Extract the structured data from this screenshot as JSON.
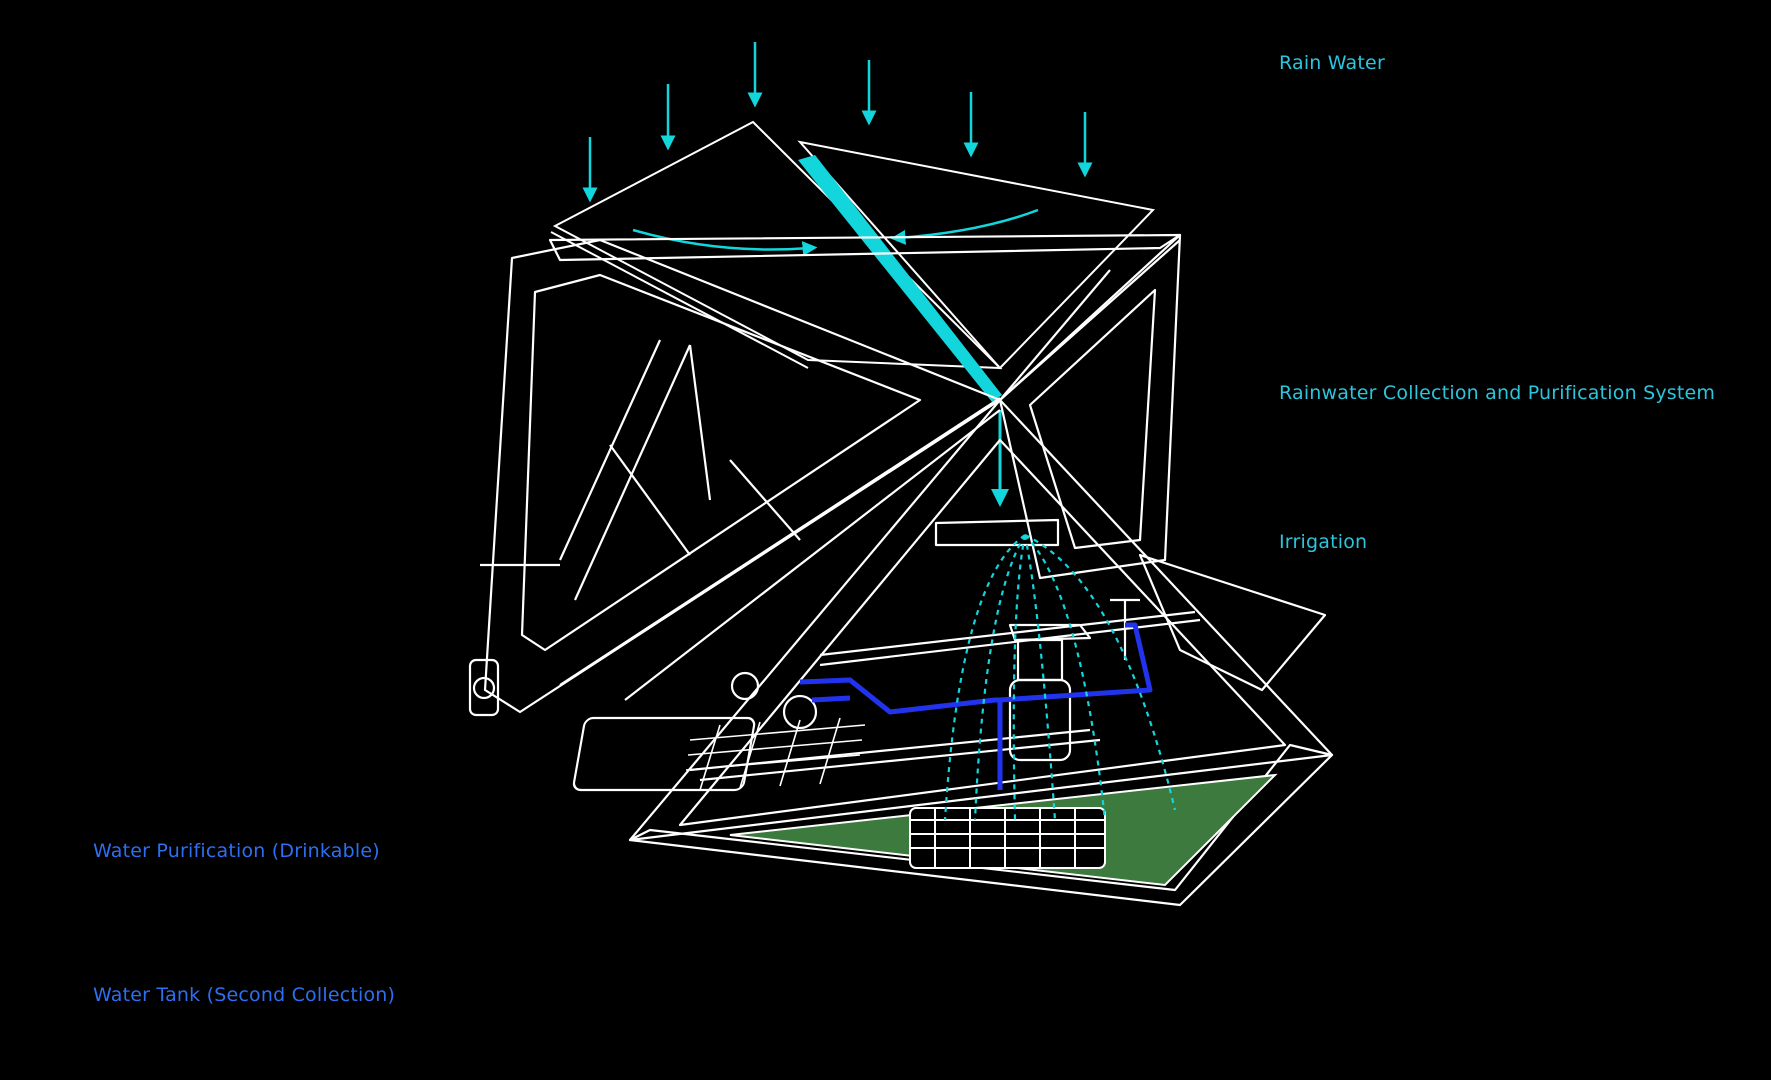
{
  "labels": {
    "rain_water": "Rain Water",
    "collection_system": "Rainwater Collection and Purification System",
    "irrigation": "Irrigation",
    "water_purification": "Water Purification (Drinkable)",
    "water_tank": "Water Tank (Second Collection)"
  },
  "colors": {
    "background": "#000000",
    "frame": "#ffffff",
    "rain": "#12d6dc",
    "label_cyan": "#2bc5dc",
    "pipe_blue": "#2233ee",
    "label_blue": "#2d6ff0",
    "garden": "#3d7a3d"
  }
}
